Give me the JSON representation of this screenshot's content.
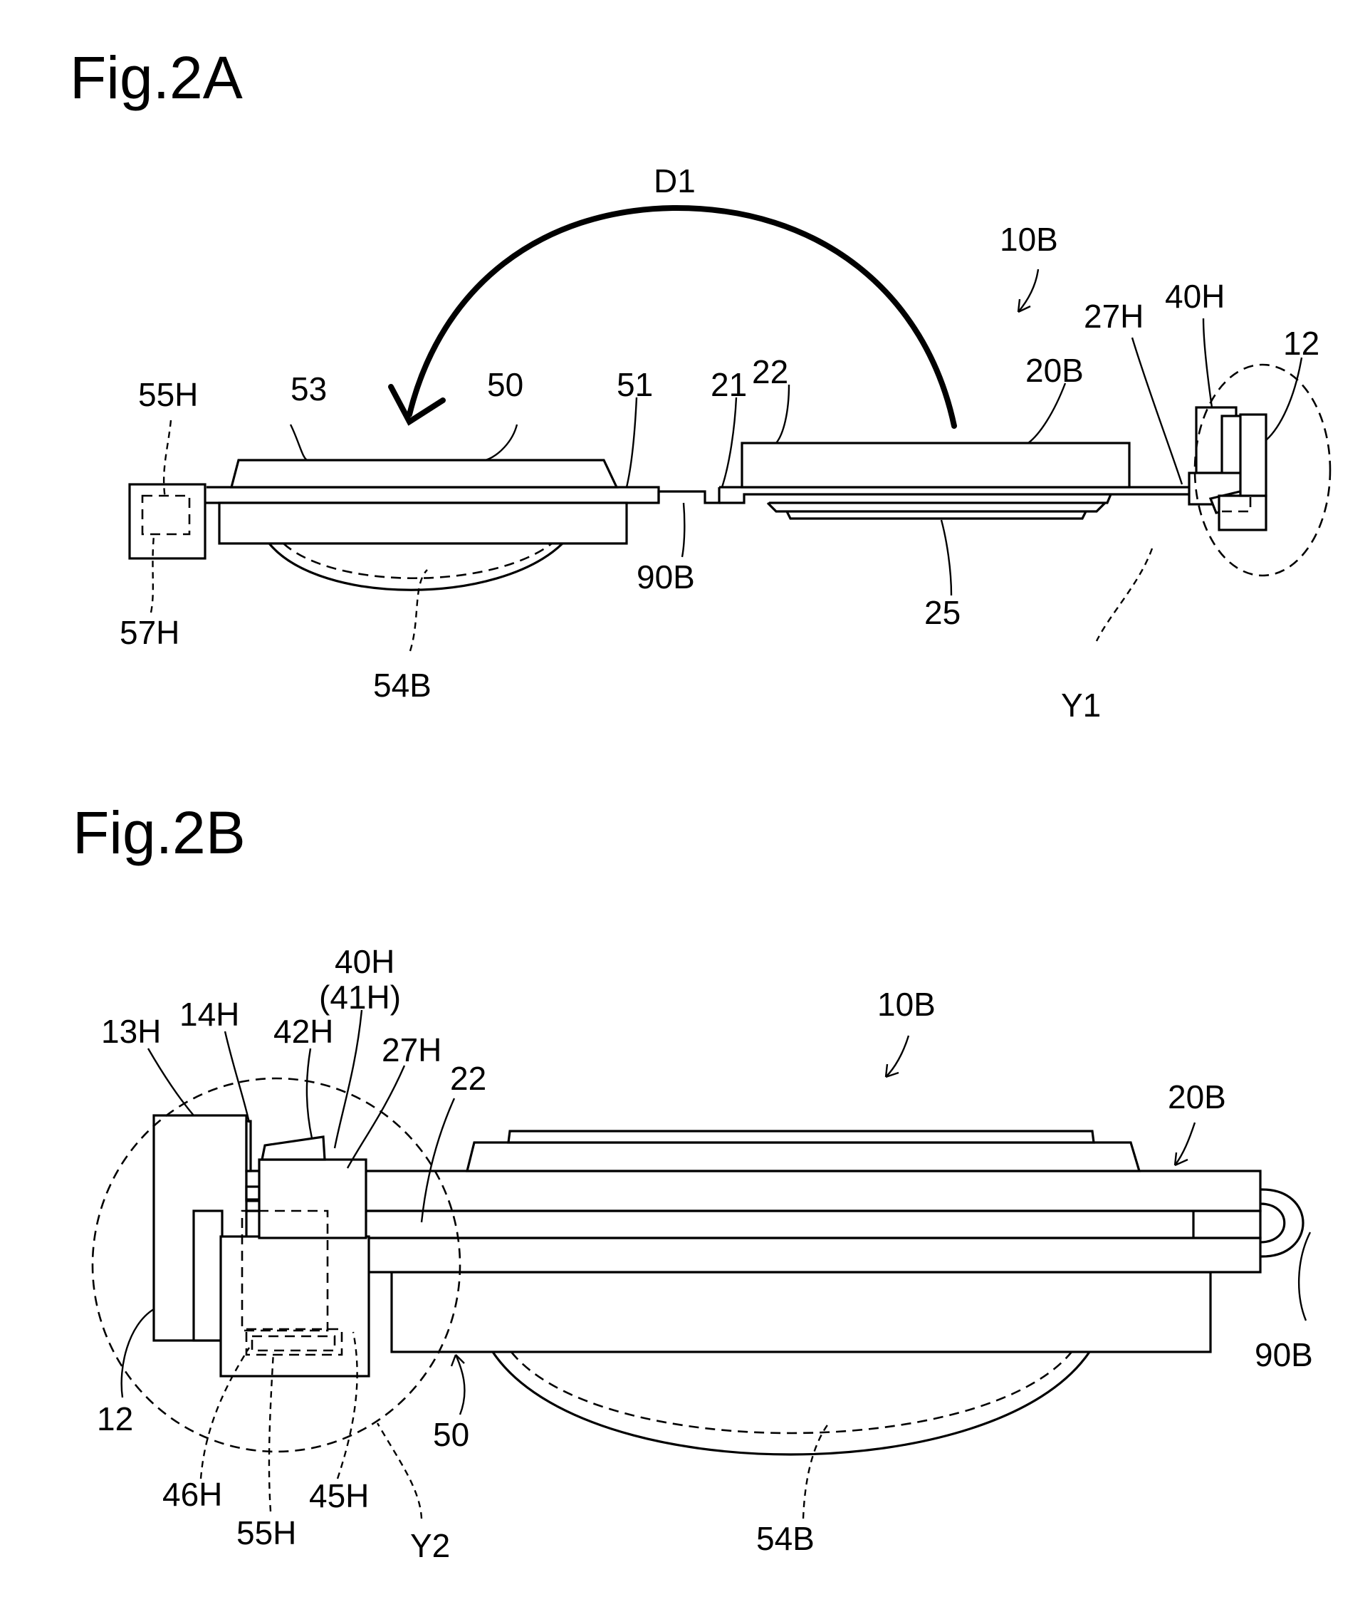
{
  "fig2a": {
    "title": "Fig.2A",
    "labels": {
      "D1": "D1",
      "10B": "10B",
      "40H": "40H",
      "27H": "27H",
      "12": "12",
      "20B": "20B",
      "22": "22",
      "21": "21",
      "51": "51",
      "50": "50",
      "53": "53",
      "55H": "55H",
      "57H": "57H",
      "54B": "54B",
      "90B": "90B",
      "25": "25",
      "Y1": "Y1"
    }
  },
  "fig2b": {
    "title": "Fig.2B",
    "labels": {
      "40H": "40H",
      "41H": "(41H)",
      "14H": "14H",
      "13H": "13H",
      "42H": "42H",
      "27H": "27H",
      "22": "22",
      "10B": "10B",
      "20B": "20B",
      "90B": "90B",
      "12": "12",
      "50": "50",
      "46H": "46H",
      "45H": "45H",
      "55H": "55H",
      "Y2": "Y2",
      "54B": "54B"
    }
  }
}
